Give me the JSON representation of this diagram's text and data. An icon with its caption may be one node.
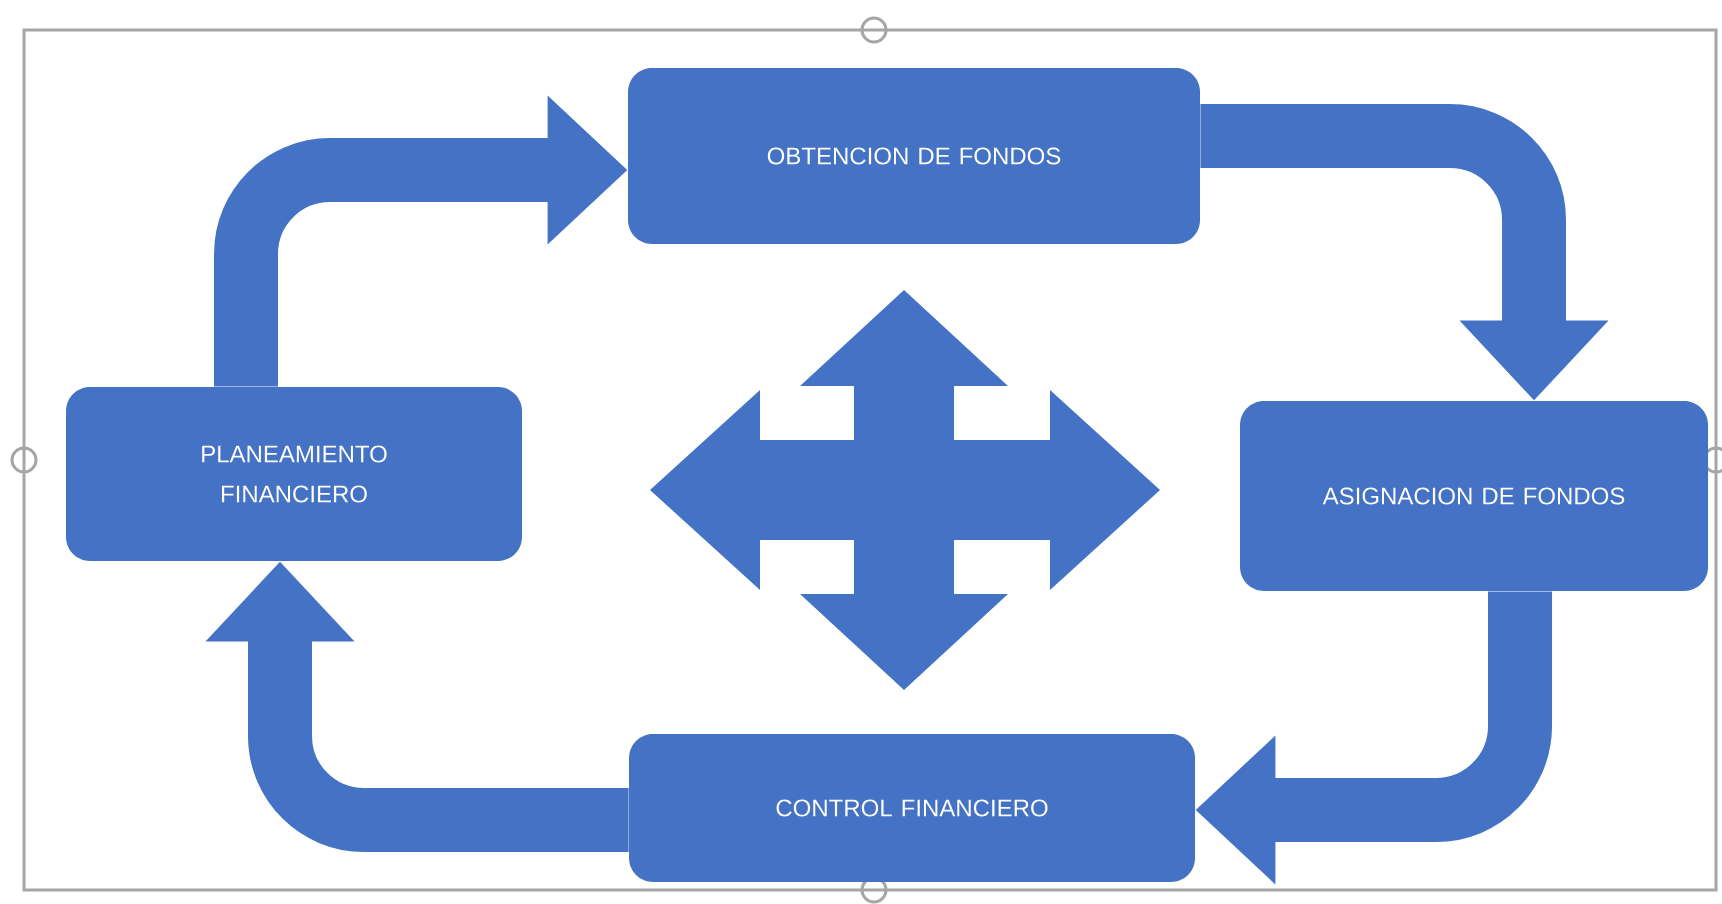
{
  "diagram": {
    "nodes": [
      {
        "text": [
          "OBTENCION DE FONDOS"
        ]
      },
      {
        "text": [
          "ASIGNACION DE FONDOS"
        ]
      },
      {
        "text": [
          "CONTROL FINANCIERO"
        ]
      },
      {
        "text": [
          "PLANEAMIENTO FINANCIERO"
        ]
      }
    ],
    "edges": [
      {
        "from": 3,
        "to": 0,
        "arrow": "to"
      },
      {
        "from": 0,
        "to": 1,
        "arrow": "to"
      },
      {
        "from": 1,
        "to": 2,
        "arrow": "to"
      },
      {
        "from": 2,
        "to": 3,
        "arrow": "to"
      }
    ]
  }
}
